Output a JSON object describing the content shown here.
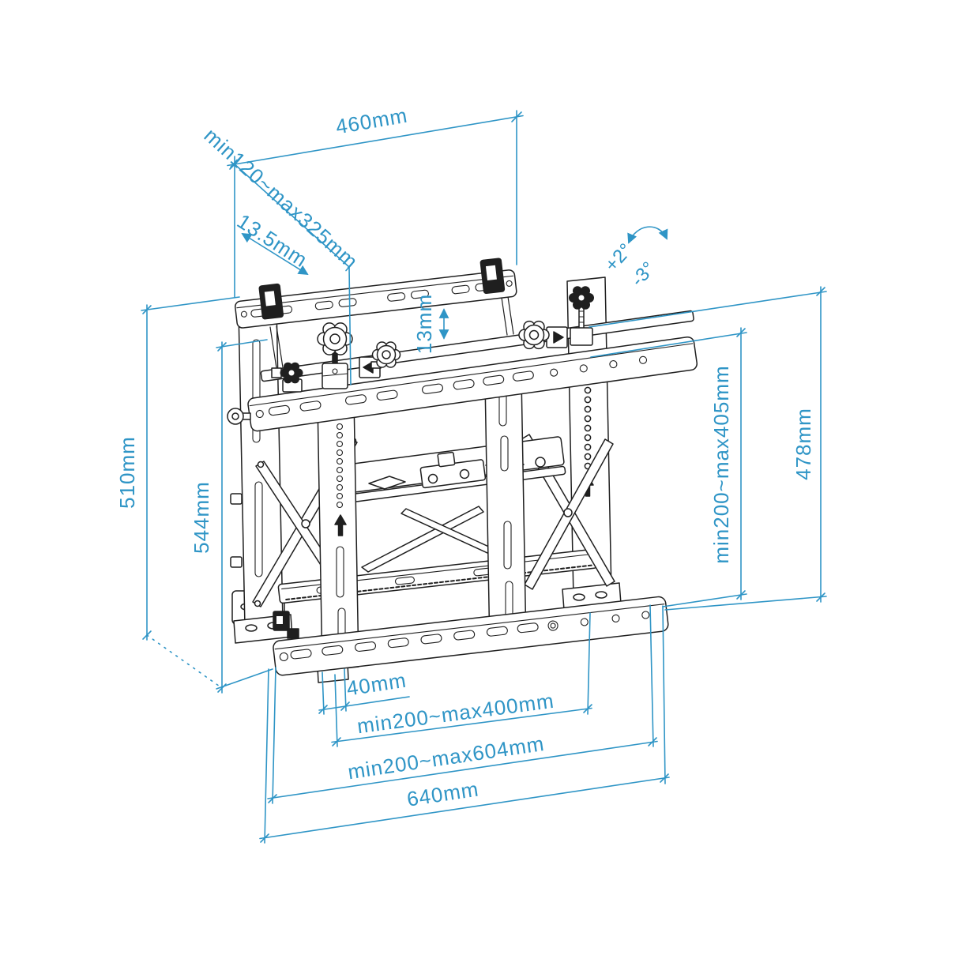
{
  "drawing": {
    "kind": "tv-wall-mount-dimension-diagram",
    "accent_color": "#2f95c6",
    "line_color": "#1f1f1f",
    "labels": {
      "top_width": "460mm",
      "depth_range": "min120~max325mm",
      "plate_depth": "13.5mm",
      "rail_gap": "13mm",
      "tilt_up": "+2°",
      "tilt_down": "-3°",
      "left_height": "510mm",
      "inner_height": "544mm",
      "vesa_height": "min200~max405mm",
      "right_height": "478mm",
      "foot_offset": "40mm",
      "vesa_width": "min200~max400mm",
      "slide_width": "min200~max604mm",
      "total_width": "640mm"
    }
  }
}
